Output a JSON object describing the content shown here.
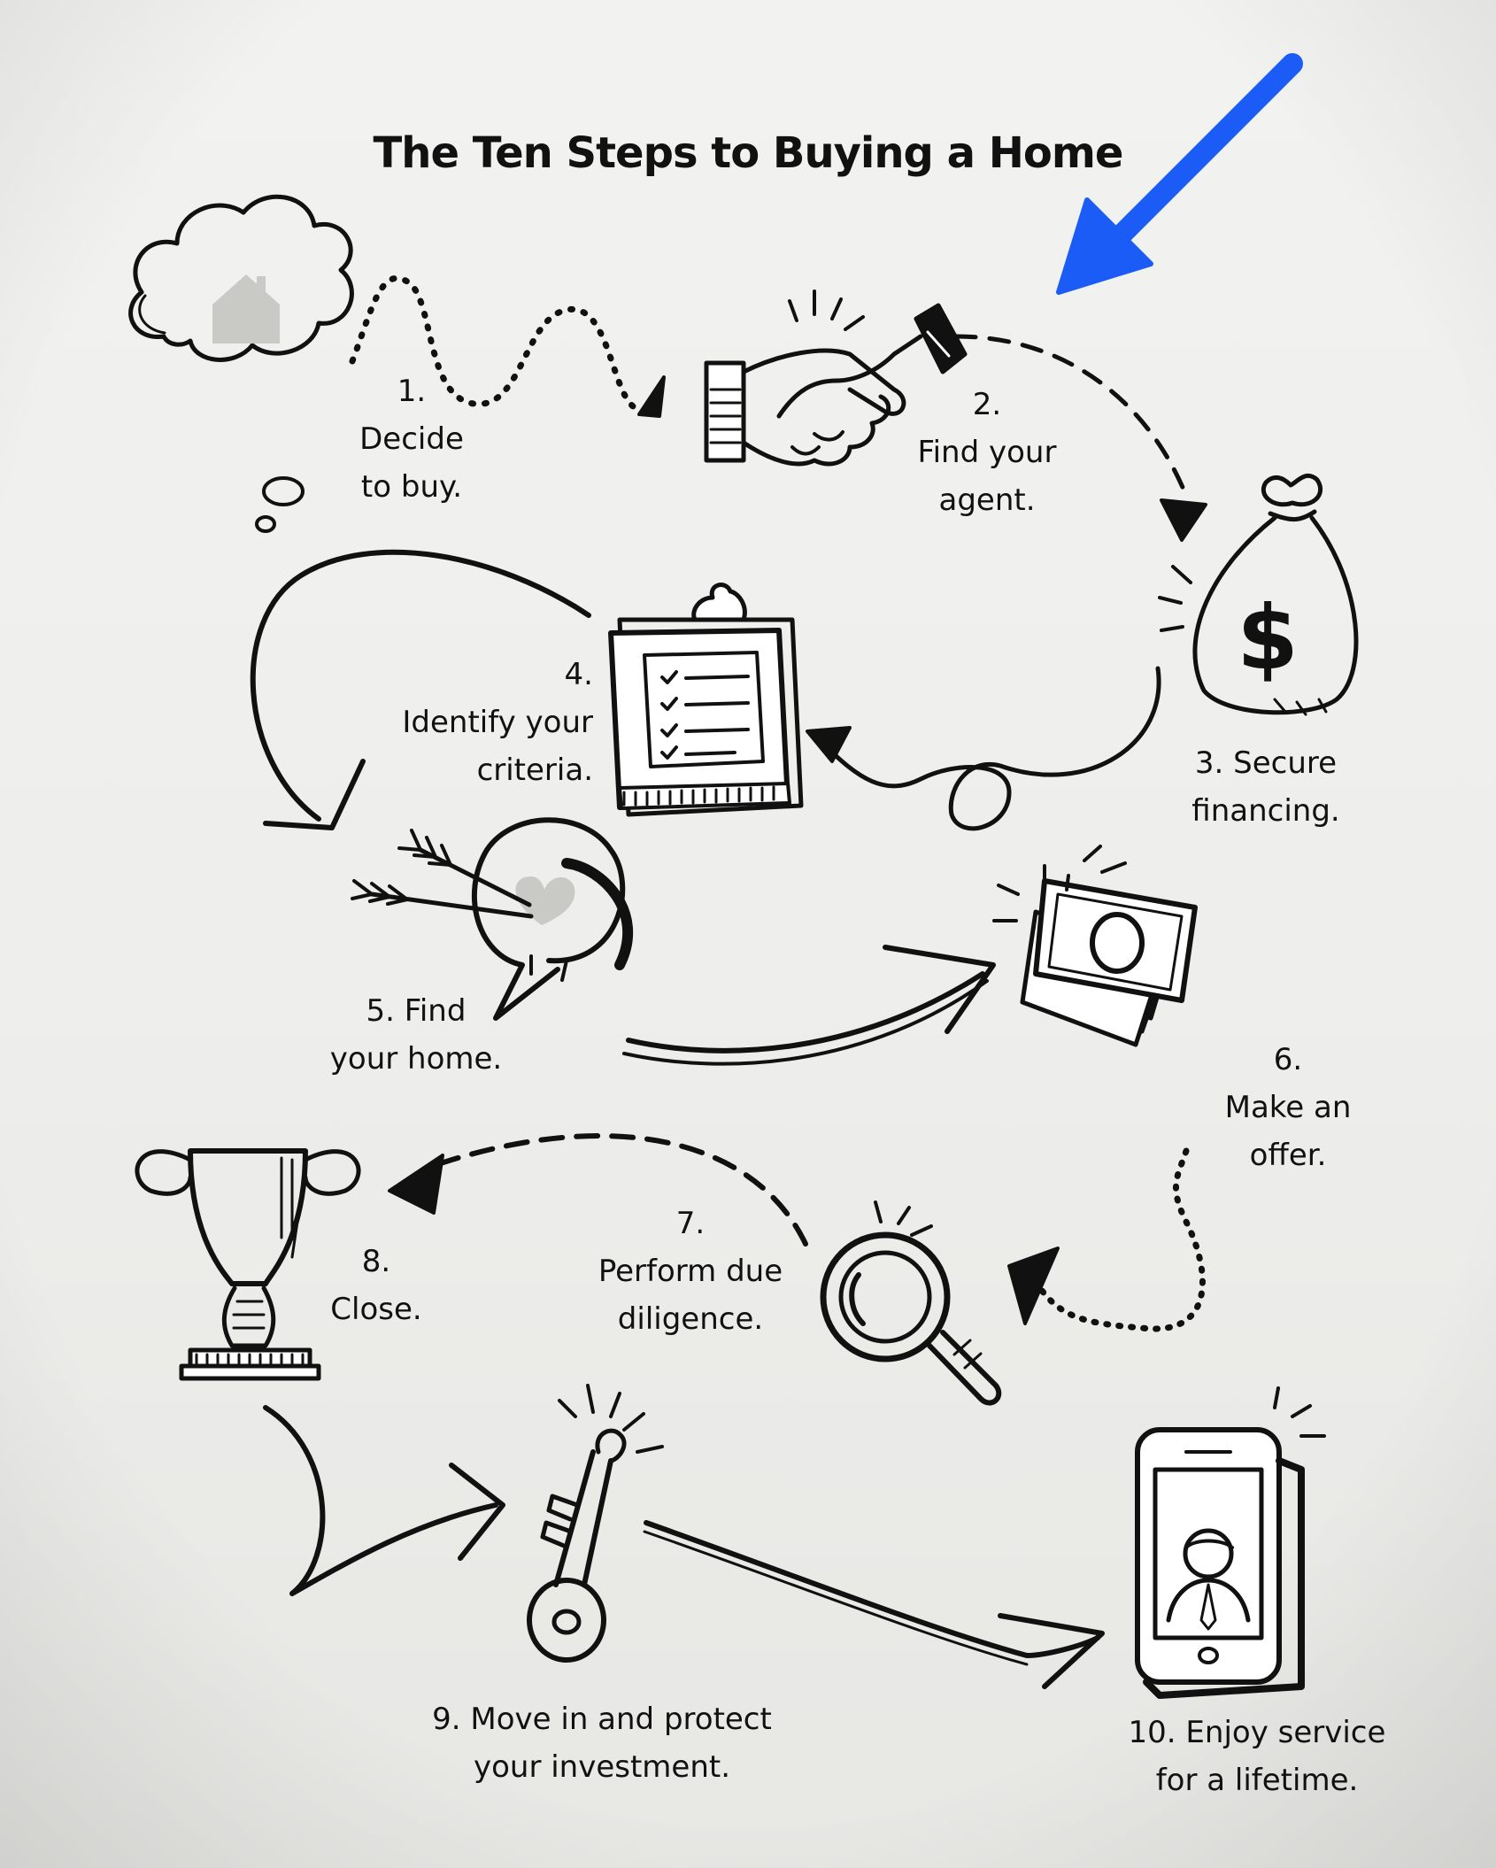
{
  "title": "The Ten Steps to Buying a Home",
  "steps": [
    {
      "number": "1.",
      "lines": [
        "1.",
        "Decide",
        "to buy."
      ],
      "icon": "thought-cloud-house-icon"
    },
    {
      "number": "2.",
      "lines": [
        "2.",
        "Find your",
        "agent."
      ],
      "icon": "handshake-icon"
    },
    {
      "number": "3.",
      "lines": [
        "3. Secure",
        "financing."
      ],
      "icon": "money-bag-icon"
    },
    {
      "number": "4.",
      "lines": [
        "4.",
        "Identify your",
        "criteria."
      ],
      "icon": "clipboard-checklist-icon"
    },
    {
      "number": "5.",
      "lines": [
        "5. Find",
        "your home."
      ],
      "icon": "heart-speech-bubble-arrows-icon"
    },
    {
      "number": "6.",
      "lines": [
        "6.",
        "Make an",
        "offer."
      ],
      "icon": "cash-stack-icon"
    },
    {
      "number": "7.",
      "lines": [
        "7.",
        "Perform due",
        "diligence."
      ],
      "icon": "magnifying-glass-icon"
    },
    {
      "number": "8.",
      "lines": [
        "8.",
        "Close."
      ],
      "icon": "trophy-icon"
    },
    {
      "number": "9.",
      "lines": [
        "9. Move in and protect",
        "your investment."
      ],
      "icon": "key-icon"
    },
    {
      "number": "10.",
      "lines": [
        "10. Enjoy service",
        "for a lifetime."
      ],
      "icon": "smartphone-agent-icon"
    }
  ],
  "colors": {
    "ink": "#111111",
    "highlight_arrow": "#1a5cf5",
    "paper": "#efefed",
    "bleed_text": "#d9d9d6",
    "gray_fill": "#c9c9c5"
  },
  "annotation": {
    "icon": "blue-arrow-pointer-icon",
    "color": "#1a5cf5"
  }
}
